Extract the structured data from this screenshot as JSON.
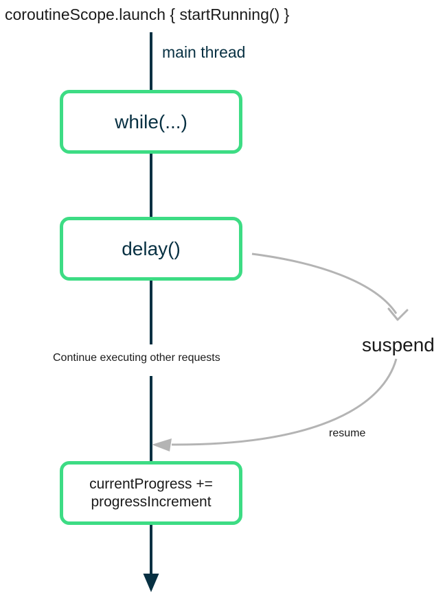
{
  "diagram": {
    "title": "coroutineScope.launch { startRunning() }",
    "thread_label": "main thread",
    "boxes": [
      {
        "id": "while",
        "label": "while(...)"
      },
      {
        "id": "delay",
        "label": "delay()"
      },
      {
        "id": "progress",
        "label_line1": "currentProgress +=",
        "label_line2": "progressIncrement"
      }
    ],
    "annotations": {
      "suspend": "suspend",
      "resume": "resume",
      "continue": "Continue executing other requests"
    },
    "colors": {
      "box_border_green": "#3ddc84",
      "thread_line_dark": "#073042",
      "curve_gray": "#b4b4b4",
      "text_dark_teal": "#073042",
      "text_black": "#1a1a1a"
    }
  }
}
